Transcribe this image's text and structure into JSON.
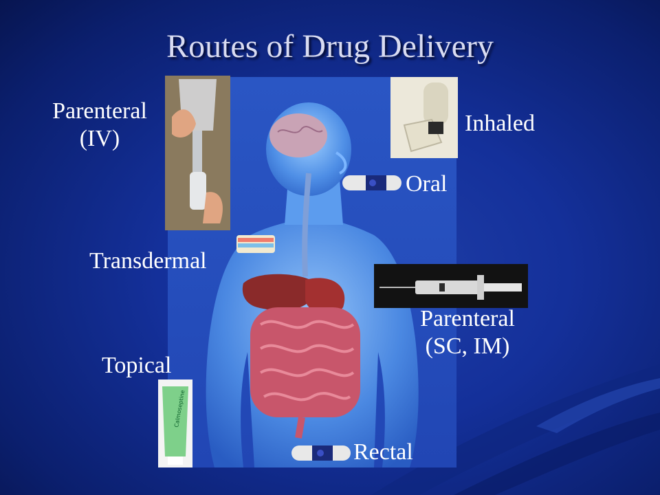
{
  "slide": {
    "title": "Routes of Drug Delivery",
    "labels": {
      "parenteral_iv_line1": "Parenteral",
      "parenteral_iv_line2": "(IV)",
      "inhaled": "Inhaled",
      "oral": "Oral",
      "transdermal": "Transdermal",
      "parenteral_scim_line1": "Parenteral",
      "parenteral_scim_line2": "(SC, IM)",
      "topical": "Topical",
      "rectal": "Rectal"
    },
    "images": {
      "body_figure": "human-body-anatomy-figure",
      "iv_bag": "iv-bag-photo",
      "inhaler": "inhaler-photo",
      "capsule_oral": "capsule-icon",
      "patch": "transdermal-patch-icon",
      "syringe": "syringe-photo",
      "ointment_tube": "ointment-tube-photo",
      "capsule_rectal": "suppository-icon",
      "tube_brand_text": "Calmoseptine"
    }
  },
  "colors": {
    "background": "#14309a",
    "title": "#d9dcf2",
    "label": "#ffffff",
    "body_panel": "#3d6fd6"
  }
}
